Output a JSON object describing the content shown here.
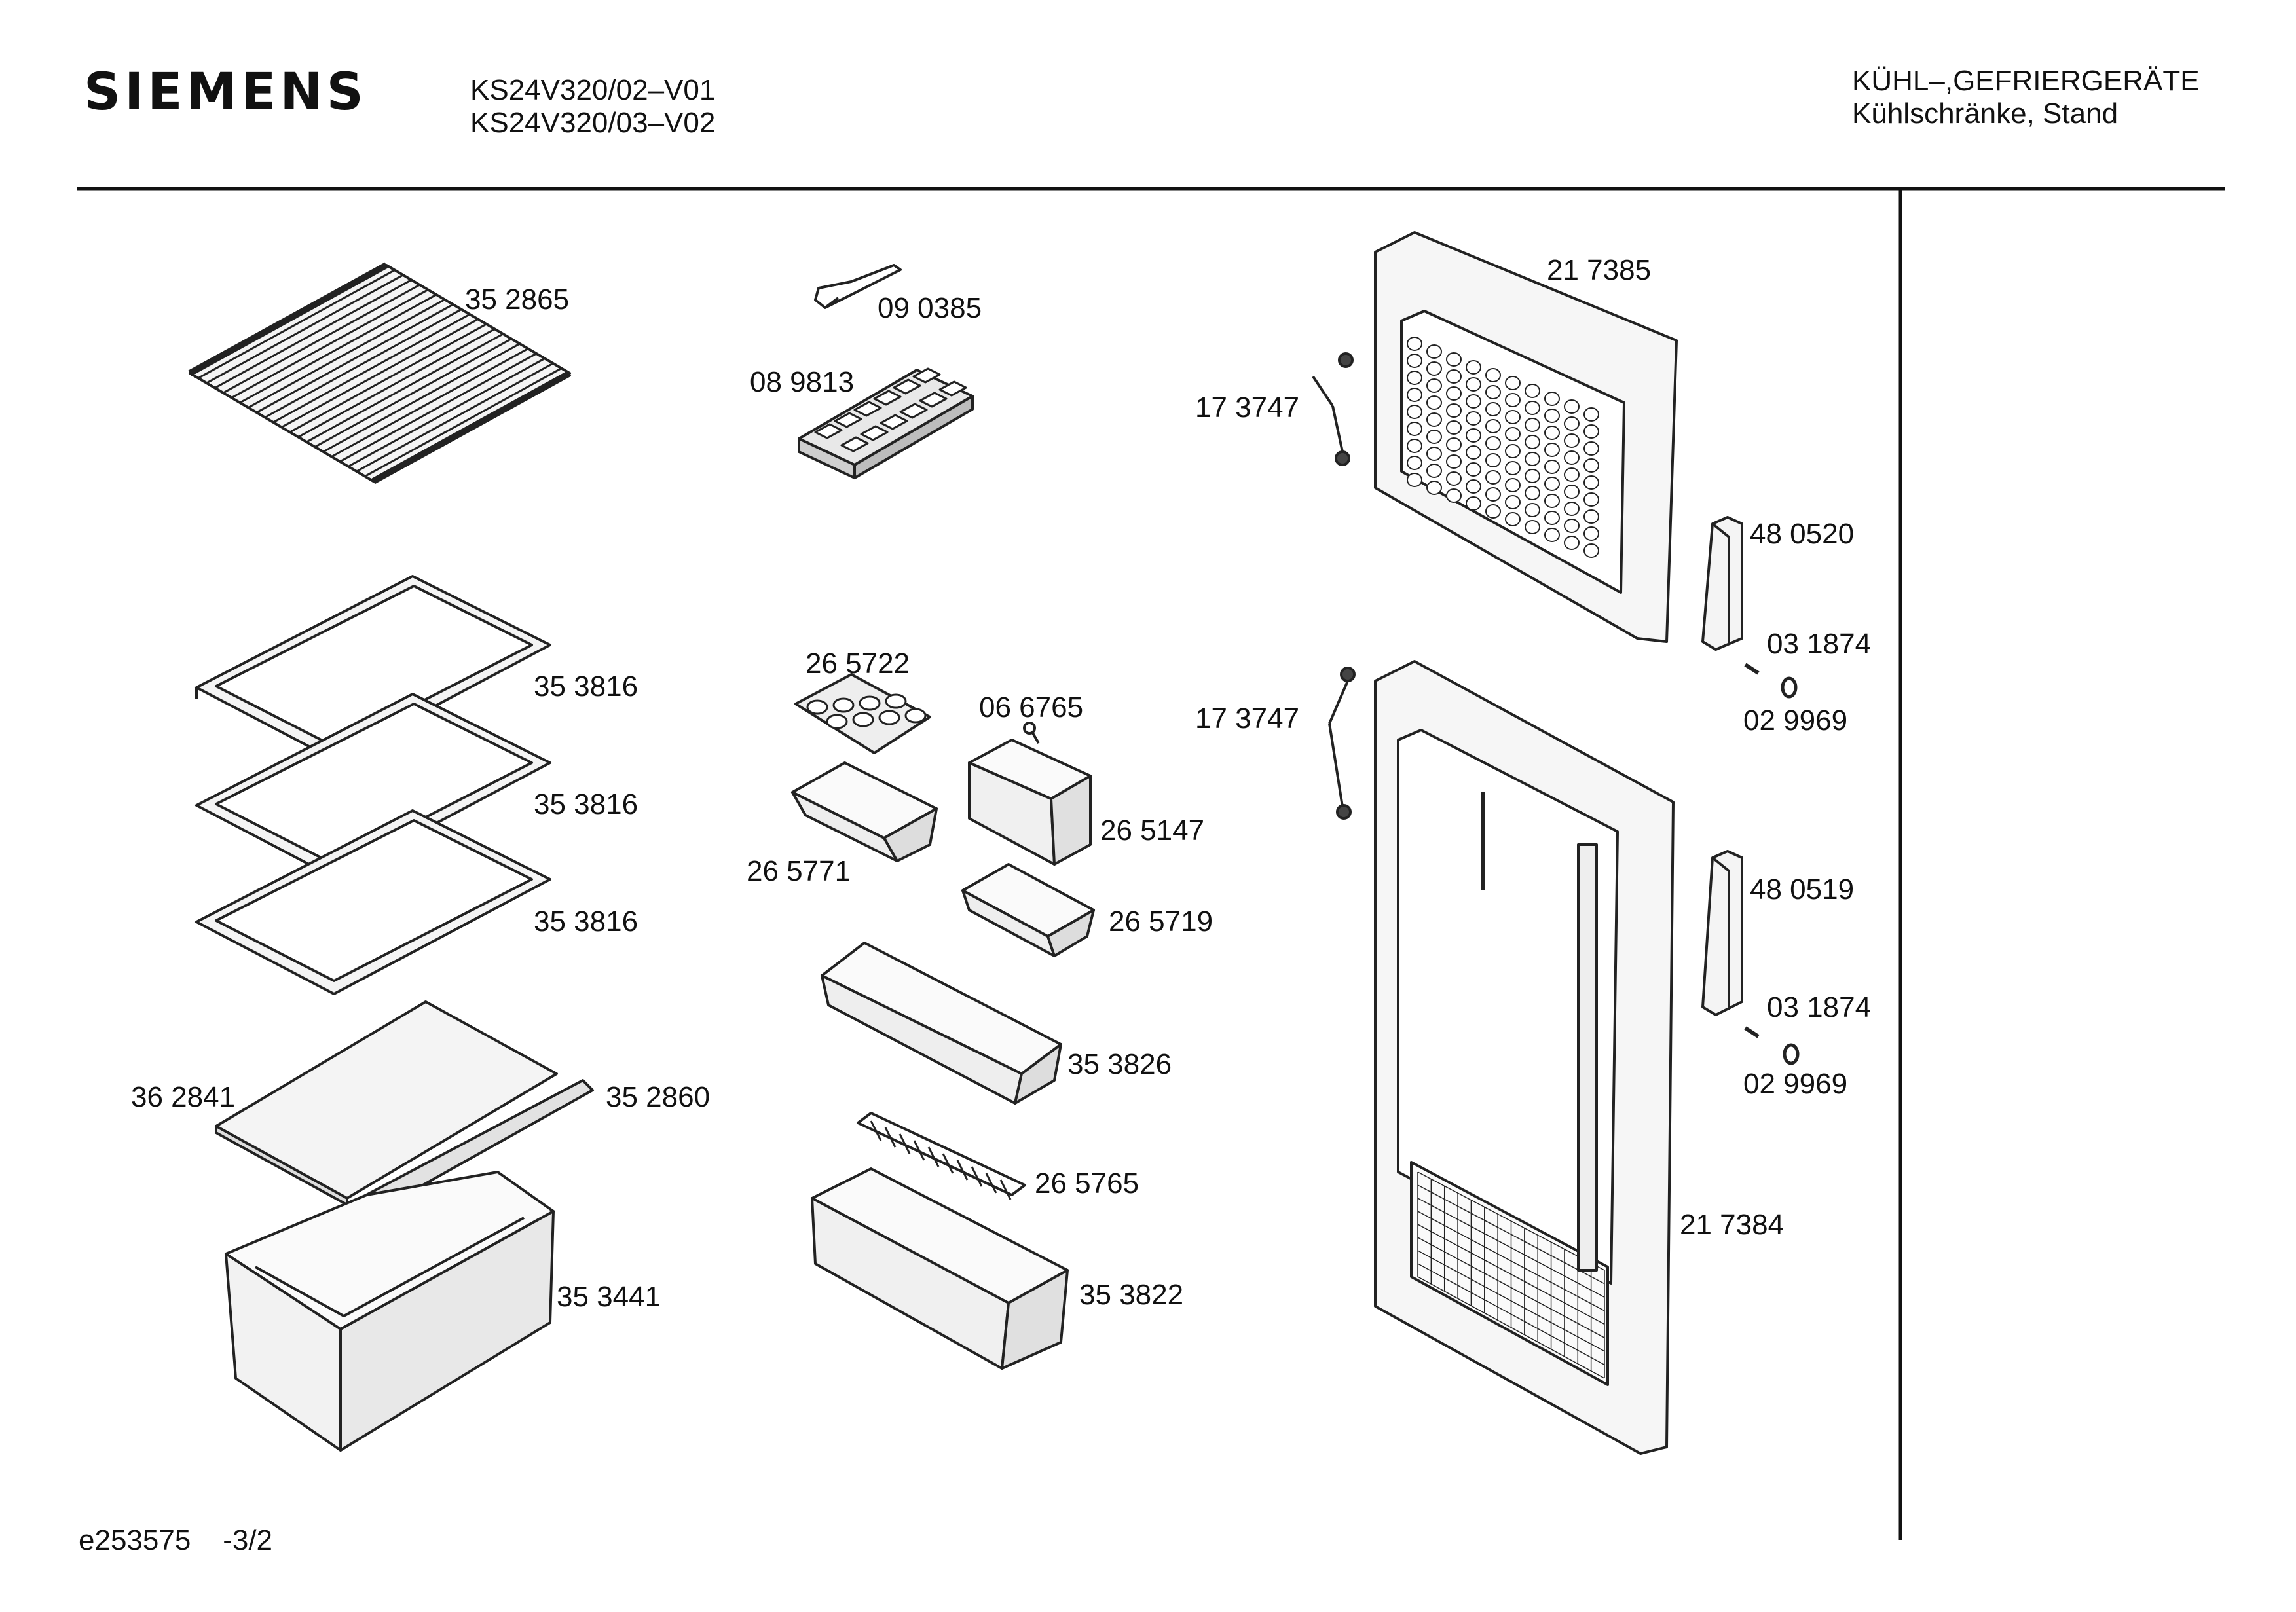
{
  "header": {
    "brand": "SIEMENS",
    "models": [
      "KS24V320/02–V01",
      "KS24V320/03–V02"
    ],
    "category": "KÜHL–,GEFRIERGERÄTE",
    "subcategory": "Kühlschränke, Stand"
  },
  "parts": {
    "grid_shelf": "35 2865",
    "ice_scraper": "09 0385",
    "ice_tray": "08 9813",
    "glass_shelf_1": "35 3816",
    "glass_shelf_2": "35 3816",
    "glass_shelf_3": "35 3816",
    "glass_cover": "36 2841",
    "cover_strip": "35 2860",
    "crisper_drawer": "35 3441",
    "egg_tray": "26 5722",
    "door_pin": "06 6765",
    "butter_lid": "26 5147",
    "small_shelf_1": "26 5771",
    "small_shelf_2": "26 5719",
    "door_shelf": "35 3826",
    "bottle_rack": "26 5765",
    "bottle_shelf": "35 3822",
    "freezer_door": "21 7385",
    "screws_top": "17 3747",
    "screws_bottom": "17 3747",
    "hinge_top": "48 0520",
    "screw_top": "03 1874",
    "washer_top": "02 9969",
    "fridge_door": "21 7384",
    "hinge_bottom": "48 0519",
    "screw_bottom": "03 1874",
    "washer_bottom": "02 9969"
  },
  "footer": {
    "doc_id": "e253575",
    "page": "-3/2"
  }
}
